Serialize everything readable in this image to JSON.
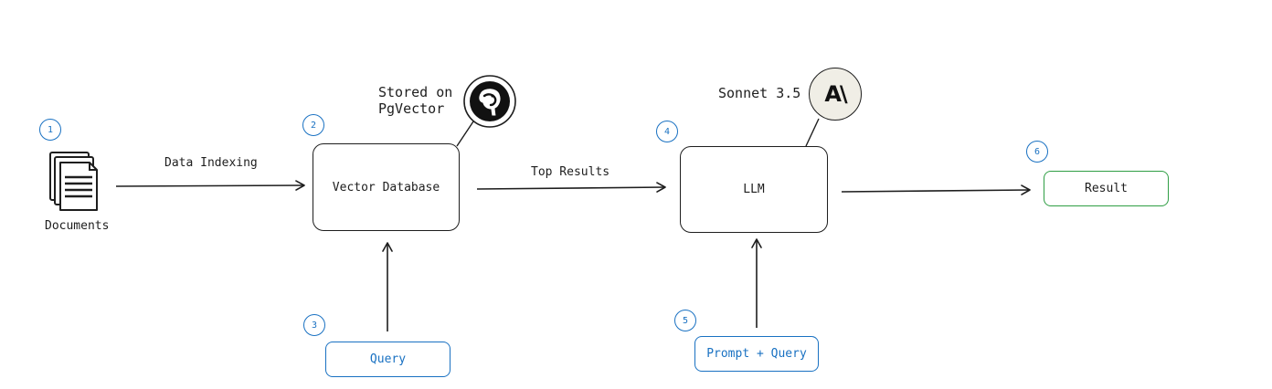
{
  "nodes": {
    "documents": "Documents",
    "vector_db": "Vector Database",
    "llm": "LLM",
    "result": "Result",
    "query": "Query",
    "prompt_query": "Prompt + Query"
  },
  "edges": {
    "data_indexing": "Data Indexing",
    "top_results": "Top Results"
  },
  "annotations": {
    "stored_on_line1": "Stored on",
    "stored_on_line2": "PgVector",
    "model": "Sonnet 3.5",
    "anthropic_logo": "A\\"
  },
  "steps": [
    "1",
    "2",
    "3",
    "4",
    "5",
    "6"
  ],
  "colors": {
    "stroke": "#1e1e1e",
    "step_blue": "#1971c2",
    "result_green": "#2f9e44",
    "logo_bg": "#f0eee6"
  },
  "icons": {
    "documents": "documents-stack-icon",
    "pgvector": "pgvector-elephant-icon",
    "anthropic": "anthropic-logo-icon"
  }
}
